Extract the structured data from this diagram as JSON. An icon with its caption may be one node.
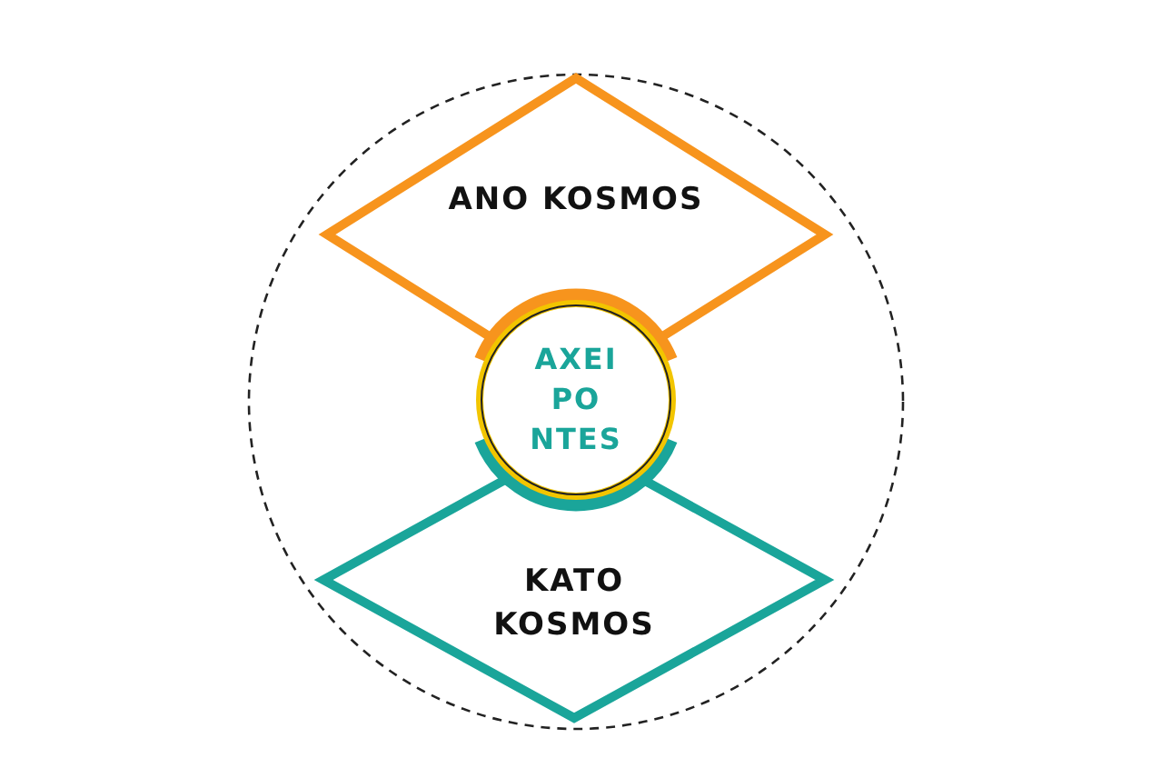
{
  "diagram": {
    "nodes": [
      {
        "text": [],
        "shape": "circle"
      },
      {
        "text": [
          "ANO KOSMOS"
        ],
        "in": 0
      },
      {
        "text": [
          "AXEI PO NTES"
        ],
        "in": 0
      },
      {
        "text": [
          "KATO KOSMOS"
        ],
        "in": 0
      }
    ]
  }
}
